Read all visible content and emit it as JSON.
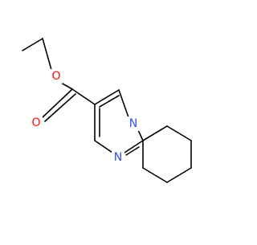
{
  "molecule": {
    "atoms": {
      "ester_oxygen": {
        "label": "O",
        "color": "#ff0d0d"
      },
      "carbonyl_oxygen": {
        "label": "O",
        "color": "#ff0d0d"
      },
      "ring_n_upper": {
        "label": "N",
        "color": "#3050f8"
      },
      "ring_n_lower": {
        "label": "N",
        "color": "#3050f8"
      }
    },
    "bond_color": "#000000"
  }
}
